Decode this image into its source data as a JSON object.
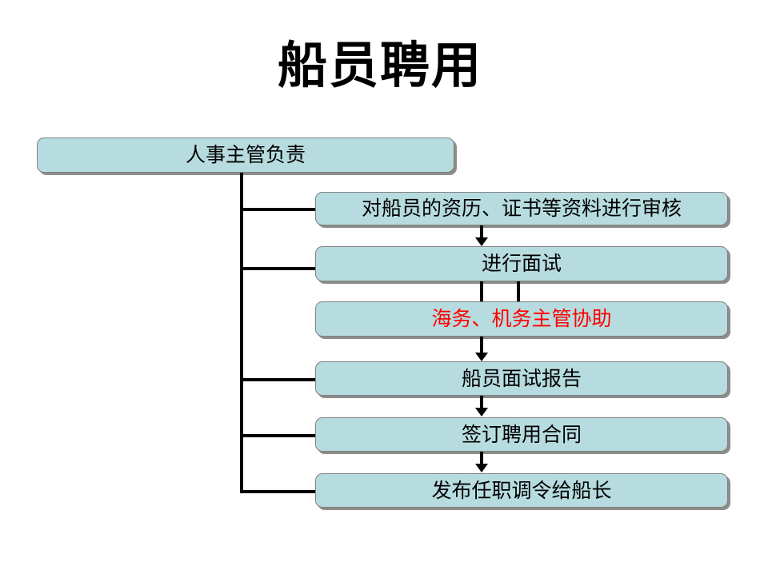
{
  "slide": {
    "title": "船员聘用",
    "background_color": "#ffffff"
  },
  "theme": {
    "node_fill": "#b7dcdf",
    "node_border": "#808080",
    "text_color": "#000000",
    "highlight_text_color": "#ff0000",
    "connector_color": "#000000"
  },
  "flow": {
    "root": {
      "label": "人事主管负责"
    },
    "steps": [
      {
        "label": "对船员的资历、证书等资料进行审核",
        "highlight": false
      },
      {
        "label": "进行面试",
        "highlight": false
      },
      {
        "label": "海务、机务主管协助",
        "highlight": true
      },
      {
        "label": "船员面试报告",
        "highlight": false
      },
      {
        "label": "签订聘用合同",
        "highlight": false
      },
      {
        "label": "发布任职调令给船长",
        "highlight": false
      }
    ]
  }
}
